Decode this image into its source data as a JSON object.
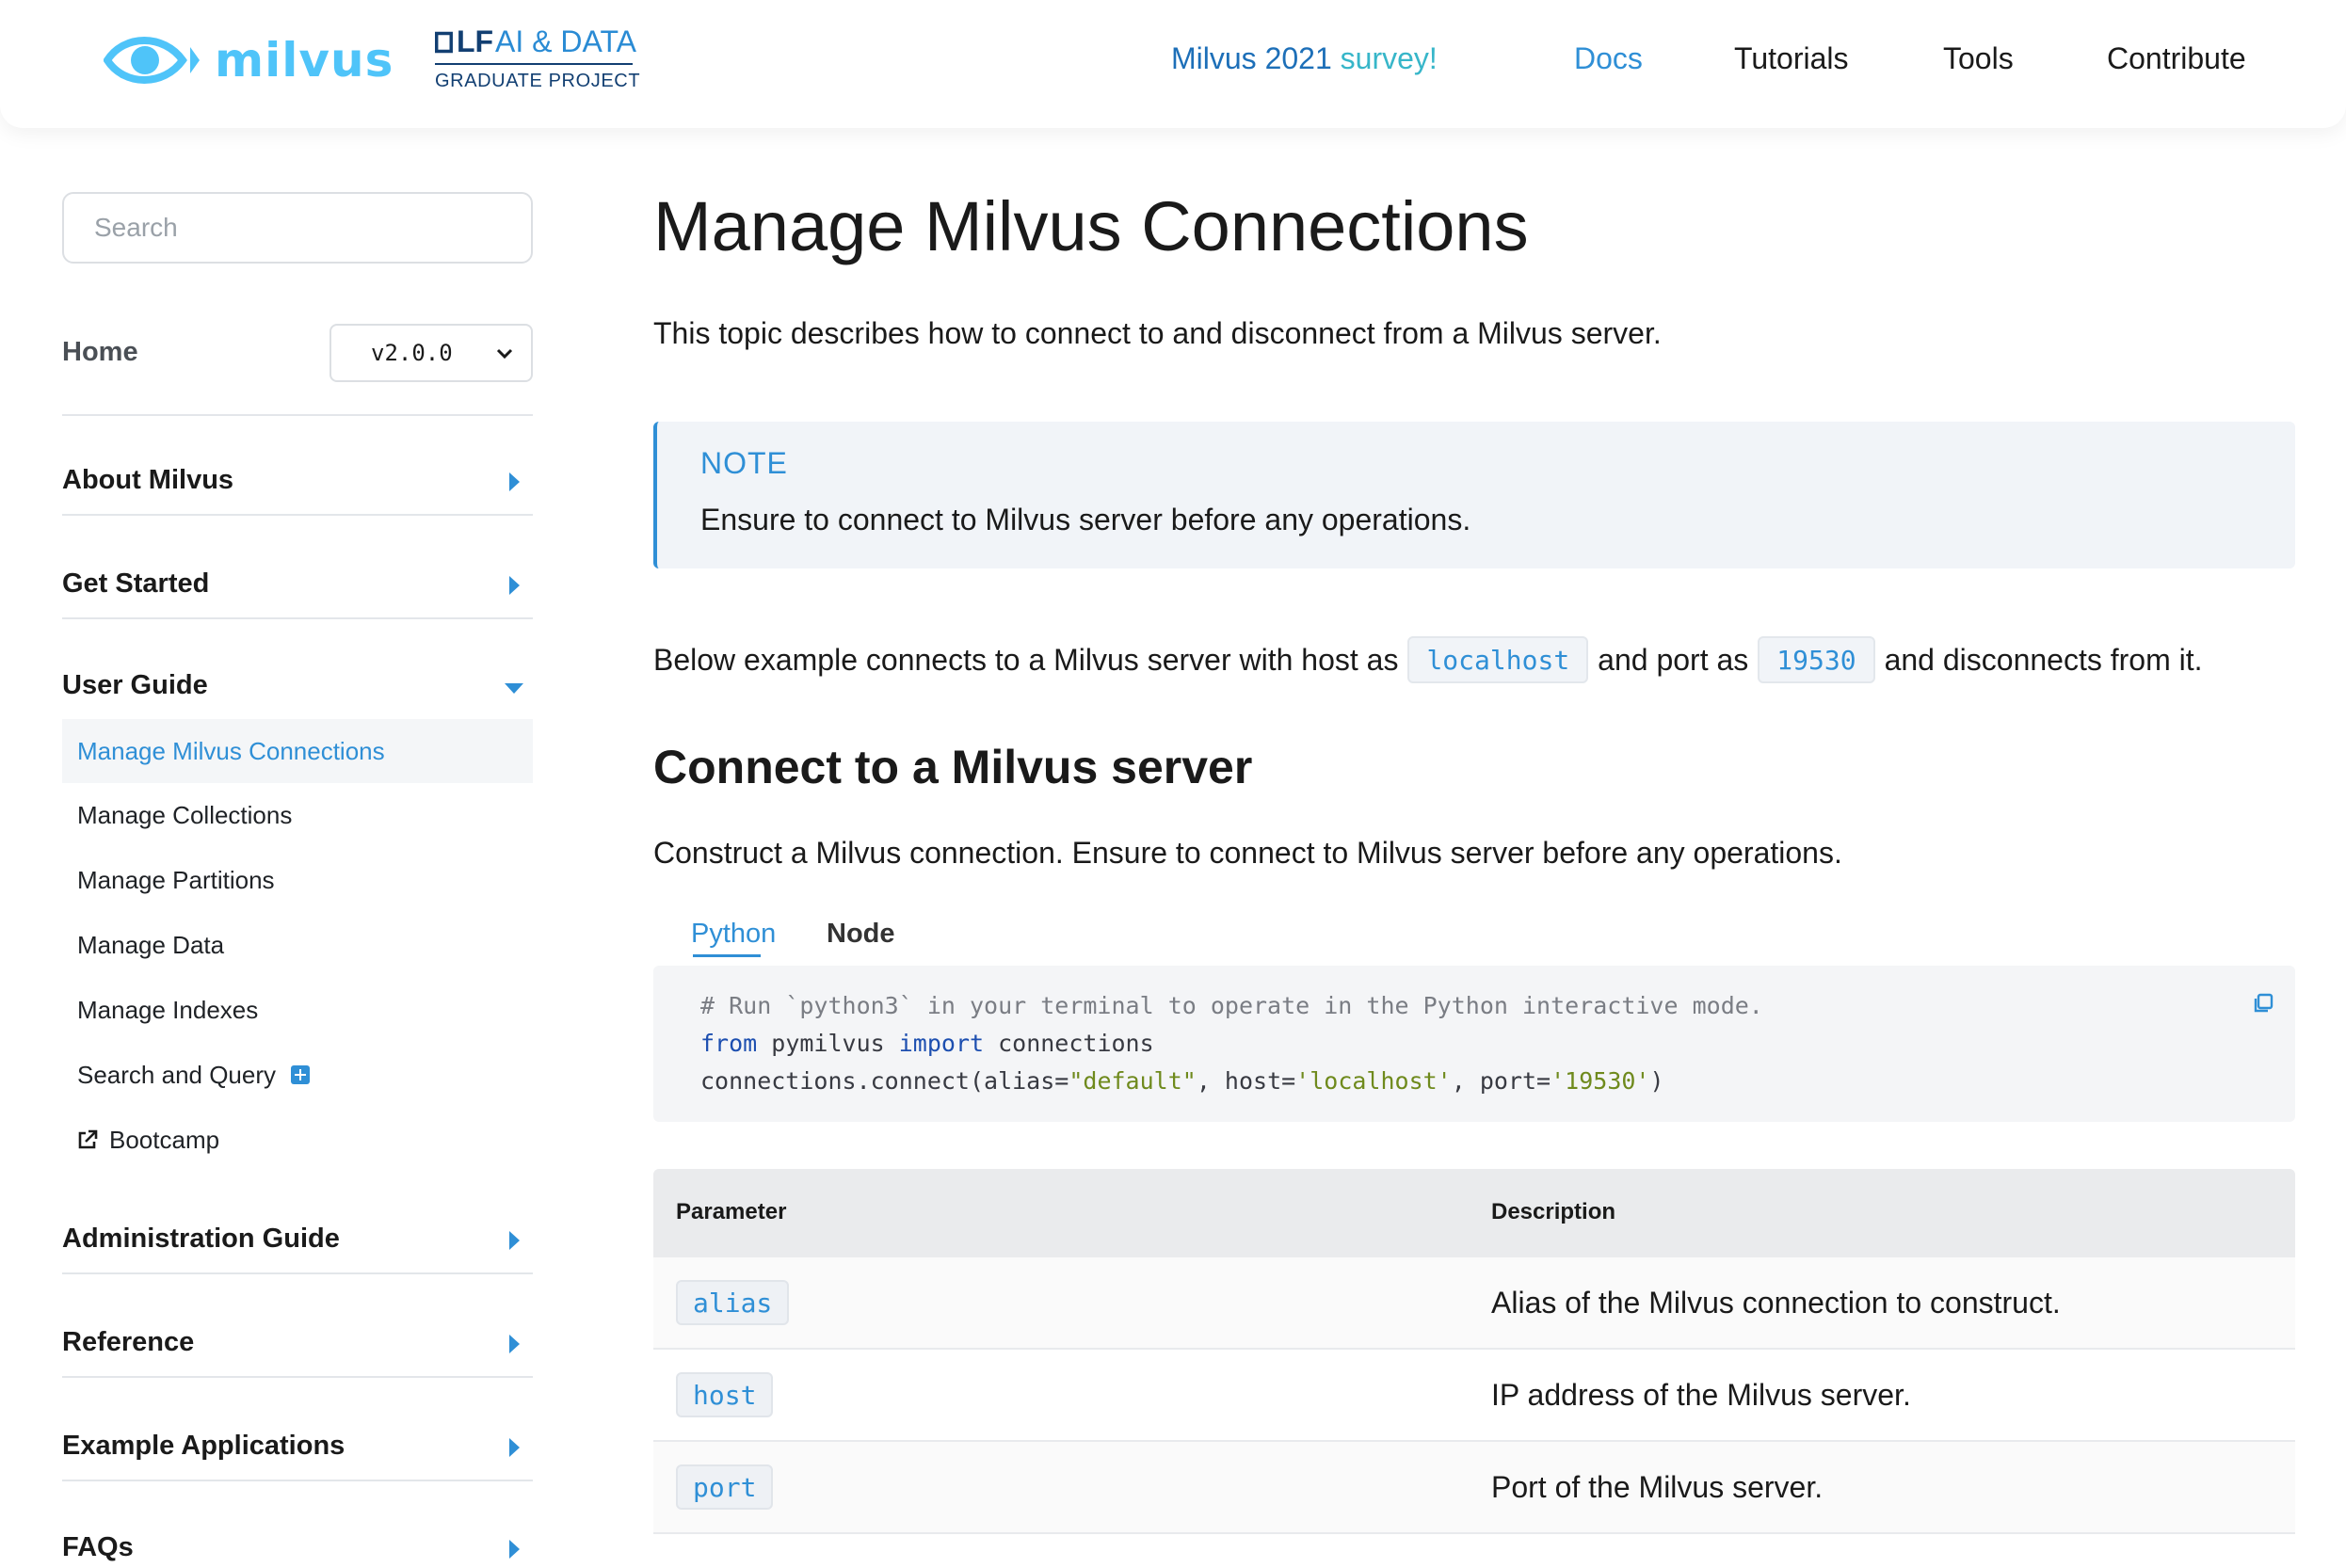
{
  "header": {
    "logo_text": "milvus",
    "lf_prefix": "LF",
    "lf_rest": "AI & DATA",
    "lf_sub": "GRADUATE PROJECT",
    "survey_a": "Milvus 2021",
    "survey_b": " survey!",
    "nav": {
      "docs": "Docs",
      "tutorials": "Tutorials",
      "tools": "Tools",
      "contribute": "Contribute"
    }
  },
  "sidebar": {
    "search_placeholder": "Search",
    "home": "Home",
    "version": "v2.0.0",
    "sections": {
      "about": "About Milvus",
      "get_started": "Get Started",
      "user_guide": "User Guide",
      "admin": "Administration Guide",
      "reference": "Reference",
      "examples": "Example Applications",
      "faqs": "FAQs"
    },
    "user_guide_items": {
      "connections": "Manage Milvus Connections",
      "collections": "Manage Collections",
      "partitions": "Manage Partitions",
      "data": "Manage Data",
      "indexes": "Manage Indexes",
      "search": "Search and Query",
      "bootcamp": "Bootcamp"
    }
  },
  "main": {
    "title": "Manage Milvus Connections",
    "lead": "This topic describes how to connect to and disconnect from a Milvus server.",
    "note_title": "NOTE",
    "note_text": "Ensure to connect to Milvus server before any operations.",
    "example": {
      "p1": "Below example connects to a Milvus server with host as",
      "host": "localhost",
      "p2": "and port as",
      "port": "19530",
      "p3": "and disconnects from it."
    },
    "h2": "Connect to a Milvus server",
    "para2": "Construct a Milvus connection. Ensure to connect to Milvus server before any operations.",
    "tabs": {
      "python": "Python",
      "node": "Node"
    },
    "code": {
      "line1": "# Run `python3` in your terminal to operate in the Python interactive mode.",
      "from": "from",
      "pymilvus": " pymilvus ",
      "import": "import",
      "connections": " connections",
      "call_a": "connections.connect(alias=",
      "arg_alias": "\"default\"",
      "call_b": ", host=",
      "arg_host": "'localhost'",
      "call_c": ", port=",
      "arg_port": "'19530'",
      "call_d": ")"
    },
    "table": {
      "headers": {
        "param": "Parameter",
        "desc": "Description"
      },
      "rows": [
        {
          "param": "alias",
          "desc": "Alias of the Milvus connection to construct."
        },
        {
          "param": "host",
          "desc": "IP address of the Milvus server."
        },
        {
          "param": "port",
          "desc": "Port of the Milvus server."
        }
      ]
    }
  },
  "colors": {
    "accent": "#2f8fd6",
    "logo": "#4fc4f9",
    "note_bg": "#f1f4f8"
  }
}
